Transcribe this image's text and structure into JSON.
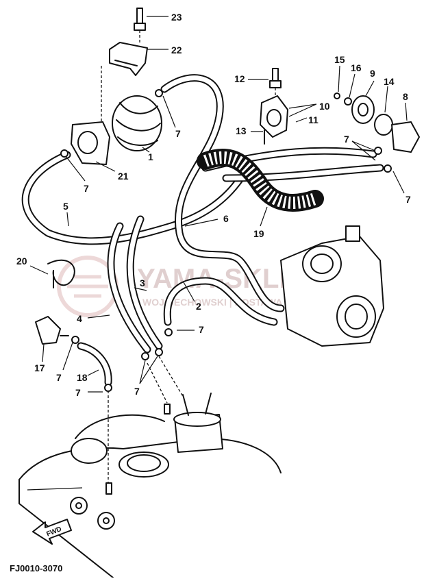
{
  "diagram": {
    "code": "FJ0010-3070",
    "arrow_label": "FWD",
    "watermark": {
      "title": "YAMA-SKLEP.PL",
      "subtitle": "WOJCIECHOWSKI | DOSTAWA"
    },
    "callouts": [
      "1",
      "2",
      "3",
      "4",
      "5",
      "6",
      "7",
      "8",
      "9",
      "10",
      "11",
      "12",
      "13",
      "14",
      "15",
      "16",
      "17",
      "18",
      "19",
      "20",
      "21",
      "22",
      "23"
    ]
  }
}
